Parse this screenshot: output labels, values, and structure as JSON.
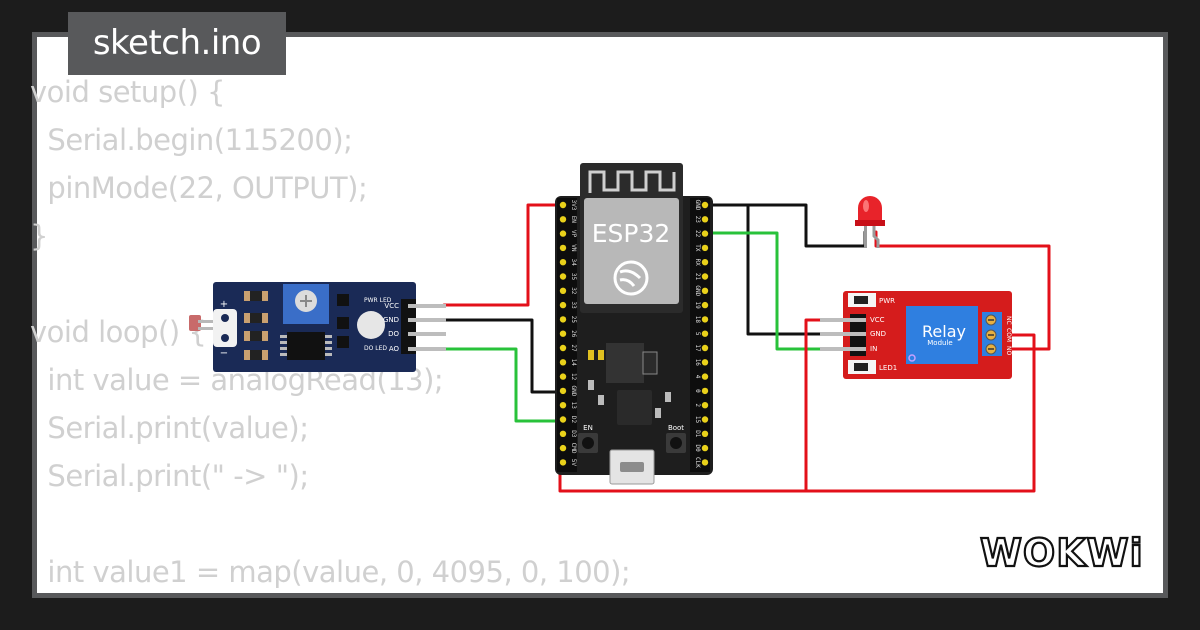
{
  "file_tab": {
    "label": "sketch.ino"
  },
  "code_lines": [
    "void setup() {",
    "  Serial.begin(115200);",
    "  pinMode(22, OUTPUT);",
    "}",
    "",
    "void loop() {",
    "  int value = analogRead(13);",
    "  Serial.print(value);",
    "  Serial.print(\" -> \");",
    "",
    "  int value1 = map(value, 0, 4095, 0, 100);"
  ],
  "esp32": {
    "label": "ESP32",
    "en_label": "EN",
    "boot_label": "Boot",
    "left_pins": [
      "3V3",
      "EN",
      "VP",
      "VN",
      "34",
      "35",
      "32",
      "33",
      "25",
      "26",
      "27",
      "14",
      "12",
      "GND",
      "13",
      "D2",
      "D3",
      "CMD",
      "5V"
    ],
    "right_pins": [
      "GND",
      "23",
      "22",
      "TX",
      "RX",
      "21",
      "GND",
      "19",
      "18",
      "5",
      "17",
      "16",
      "4",
      "0",
      "2",
      "15",
      "D1",
      "D0",
      "CLK"
    ]
  },
  "ldr_module": {
    "pins": [
      "VCC",
      "GND",
      "DO",
      "AO"
    ],
    "pwr_led": "PWR LED",
    "do_led": "DO LED",
    "plus": "+",
    "minus": "−"
  },
  "relay_module": {
    "title": "Relay",
    "subtitle": "Module",
    "pins": [
      "VCC",
      "GND",
      "IN"
    ],
    "pwr": "PWR",
    "led1": "LED1",
    "terminals": [
      "NC",
      "COM",
      "NO"
    ]
  },
  "logo": {
    "text": "WOKWi"
  },
  "colors": {
    "wire_red": "#e3101a",
    "wire_black": "#111111",
    "wire_green": "#28c23a",
    "pcb_black": "#1e1e1e",
    "ldr_pcb": "#1a2a56",
    "relay_pcb": "#d51c1c",
    "relay_body": "#2f7fe0",
    "led_red": "#e8232a"
  }
}
